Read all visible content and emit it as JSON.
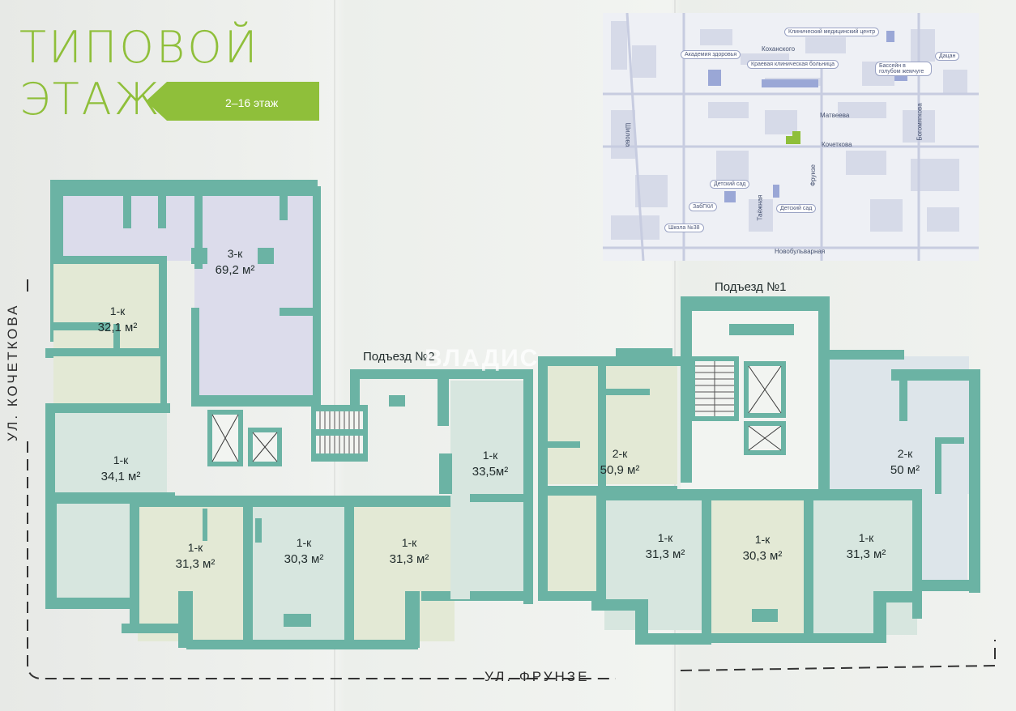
{
  "header": {
    "title_line1": "ТИПОВОЙ",
    "title_line2": "ЭТАЖ",
    "floors": "2–16 этаж"
  },
  "apartments": [
    {
      "type": "3-к",
      "area": "69,2 м²"
    },
    {
      "type": "1-к",
      "area": "32,1 м²"
    },
    {
      "type": "1-к",
      "area": "34,1 м²"
    },
    {
      "type": "1-к",
      "area": "31,3 м²"
    },
    {
      "type": "1-к",
      "area": "30,3 м²"
    },
    {
      "type": "1-к",
      "area": "31,3 м²"
    },
    {
      "type": "1-к",
      "area": "33,5м²"
    },
    {
      "type": "2-к",
      "area": "50,9 м²"
    },
    {
      "type": "1-к",
      "area": "31,3 м²"
    },
    {
      "type": "1-к",
      "area": "30,3 м²"
    },
    {
      "type": "1-к",
      "area": "31,3 м²"
    },
    {
      "type": "2-к",
      "area": "50 м²"
    }
  ],
  "entrances": {
    "one": "Подъезд №1",
    "two": "Подъезд №2"
  },
  "streets": {
    "bottom": "УЛ. ФРУНЗЕ",
    "left": "УЛ. КОЧЕТКОВА"
  },
  "watermark": "ВЛАДИС",
  "map": {
    "labels": [
      "Клинический медицинский центр",
      "Академия здоровья",
      "Краевая клиническая больница",
      "Бассейн в голубом жемчуге",
      "Дацан",
      "Детский сад",
      "ЗабГКИ",
      "Детский сад",
      "Школа №38"
    ],
    "streets": [
      "Коханского",
      "Матвеева",
      "Кочеткова",
      "Фрунзе",
      "Таёжная",
      "Шилова",
      "Богомягкова",
      "Новобульварная"
    ]
  },
  "colors": {
    "accent_green": "#8fbf3a",
    "wall": "#6bb3a4",
    "room_1k": "#d7e6df",
    "room_1k_alt": "#e3e9d5",
    "room_2k": "#dde5ea",
    "room_3k": "#dcdceb",
    "common": "#f2f4f1"
  }
}
